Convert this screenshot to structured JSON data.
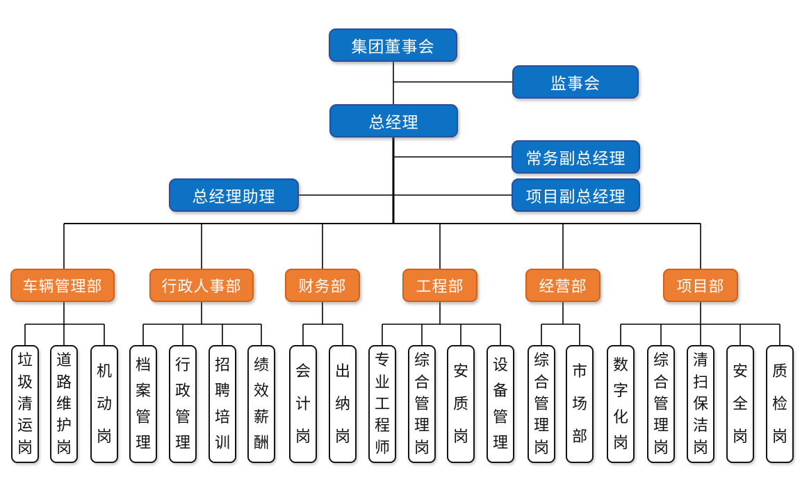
{
  "diagram_type": "organization-chart",
  "colors": {
    "blue": "#0d72c4",
    "blue_border": "#2a4e9b",
    "orange": "#ed7d31",
    "orange_border": "#cb6320",
    "leaf_bg": "#ffffff",
    "leaf_border": "#141414",
    "line": "#000000",
    "label_on_fill": "#ffffff",
    "leaf_text": "#111111",
    "bg": "#ffffff"
  },
  "top": {
    "board": "集团董事会",
    "supervisory": "监事会",
    "gm": "总经理",
    "exec_deputy_gm": "常务副总经理",
    "gm_assistant": "总经理助理",
    "project_deputy_gm": "项目副总经理"
  },
  "departments": [
    {
      "label": "车辆管理部",
      "positions": [
        "垃圾清运岗",
        "道路维护岗",
        "机动岗"
      ]
    },
    {
      "label": "行政人事部",
      "positions": [
        "档案管理",
        "行政管理",
        "招聘培训",
        "绩效薪酬"
      ]
    },
    {
      "label": "财务部",
      "positions": [
        "会计岗",
        "出纳岗"
      ]
    },
    {
      "label": "工程部",
      "positions": [
        "专业工程师",
        "综合管理岗",
        "安质岗",
        "设备管理"
      ]
    },
    {
      "label": "经营部",
      "positions": [
        "综合管理岗",
        "市场部"
      ]
    },
    {
      "label": "项目部",
      "positions": [
        "数字化岗",
        "综合管理岗",
        "清扫保洁岗",
        "安全岗",
        "质检岗"
      ]
    }
  ]
}
